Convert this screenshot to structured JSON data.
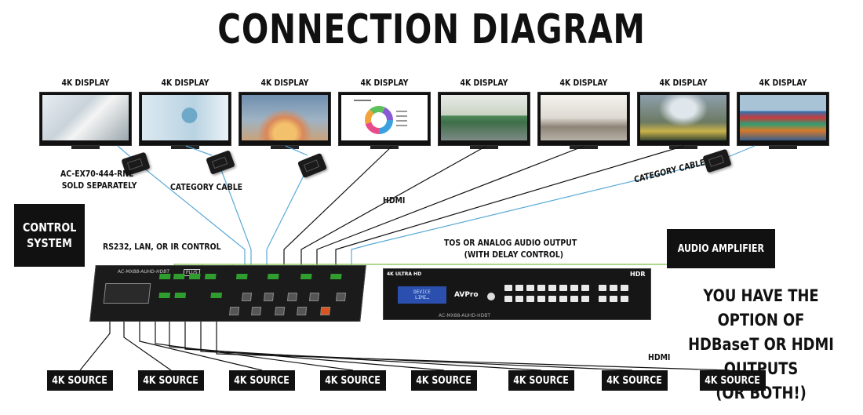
{
  "title": "CONNECTION DIAGRAM",
  "displays": [
    {
      "label": "4K DISPLAY",
      "scene": "lab"
    },
    {
      "label": "4K DISPLAY",
      "scene": "surgeon"
    },
    {
      "label": "4K DISPLAY",
      "scene": "rocket"
    },
    {
      "label": "4K DISPLAY",
      "scene": "chart"
    },
    {
      "label": "4K DISPLAY",
      "scene": "meeting-room"
    },
    {
      "label": "4K DISPLAY",
      "scene": "office"
    },
    {
      "label": "4K DISPLAY",
      "scene": "stadium"
    },
    {
      "label": "4K DISPLAY",
      "scene": "containers"
    }
  ],
  "notes": {
    "extender_line1": "AC-EX70-444-RNE",
    "extender_line2": "SOLD SEPARATELY",
    "category_cable_left": "CATEGORY CABLE",
    "category_cable_right": "CATEGORY CABLE",
    "hdmi_top": "HDMI",
    "hdmi_bottom": "HDMI",
    "control_methods": "RS232, LAN, OR IR CONTROL",
    "audio_output_line1": "TOS OR ANALOG AUDIO OUTPUT",
    "audio_output_line2": "(WITH DELAY CONTROL)"
  },
  "control_system": {
    "line1": "CONTROL",
    "line2": "SYSTEM"
  },
  "audio_amplifier": "AUDIO AMPLIFIER",
  "option_text": {
    "line1": "YOU HAVE THE OPTION OF",
    "line2": "HDBaseT OR HDMI OUTPUTS",
    "line3": "(OR BOTH!)"
  },
  "sources": [
    "4K SOURCE",
    "4K SOURCE",
    "4K SOURCE",
    "4K SOURCE",
    "4K SOURCE",
    "4K SOURCE",
    "4K SOURCE",
    "4K SOURCE"
  ],
  "device": {
    "back_model": "AC-MX88-AUHD-HDBT",
    "back_badge": "PLUS",
    "front_model": "AC-MX88-AUHD-HDBT",
    "front_badge": "4K ULTRA HD",
    "lcd_line1": "DEVICE",
    "lcd_line2": "LIMI…",
    "brand": "AVPro",
    "hdr": "HDR"
  },
  "colors": {
    "category_cable": "#5aa9d6",
    "hdmi_cable": "#111111",
    "audio_cable": "#7cc14a",
    "box": "#111111"
  }
}
